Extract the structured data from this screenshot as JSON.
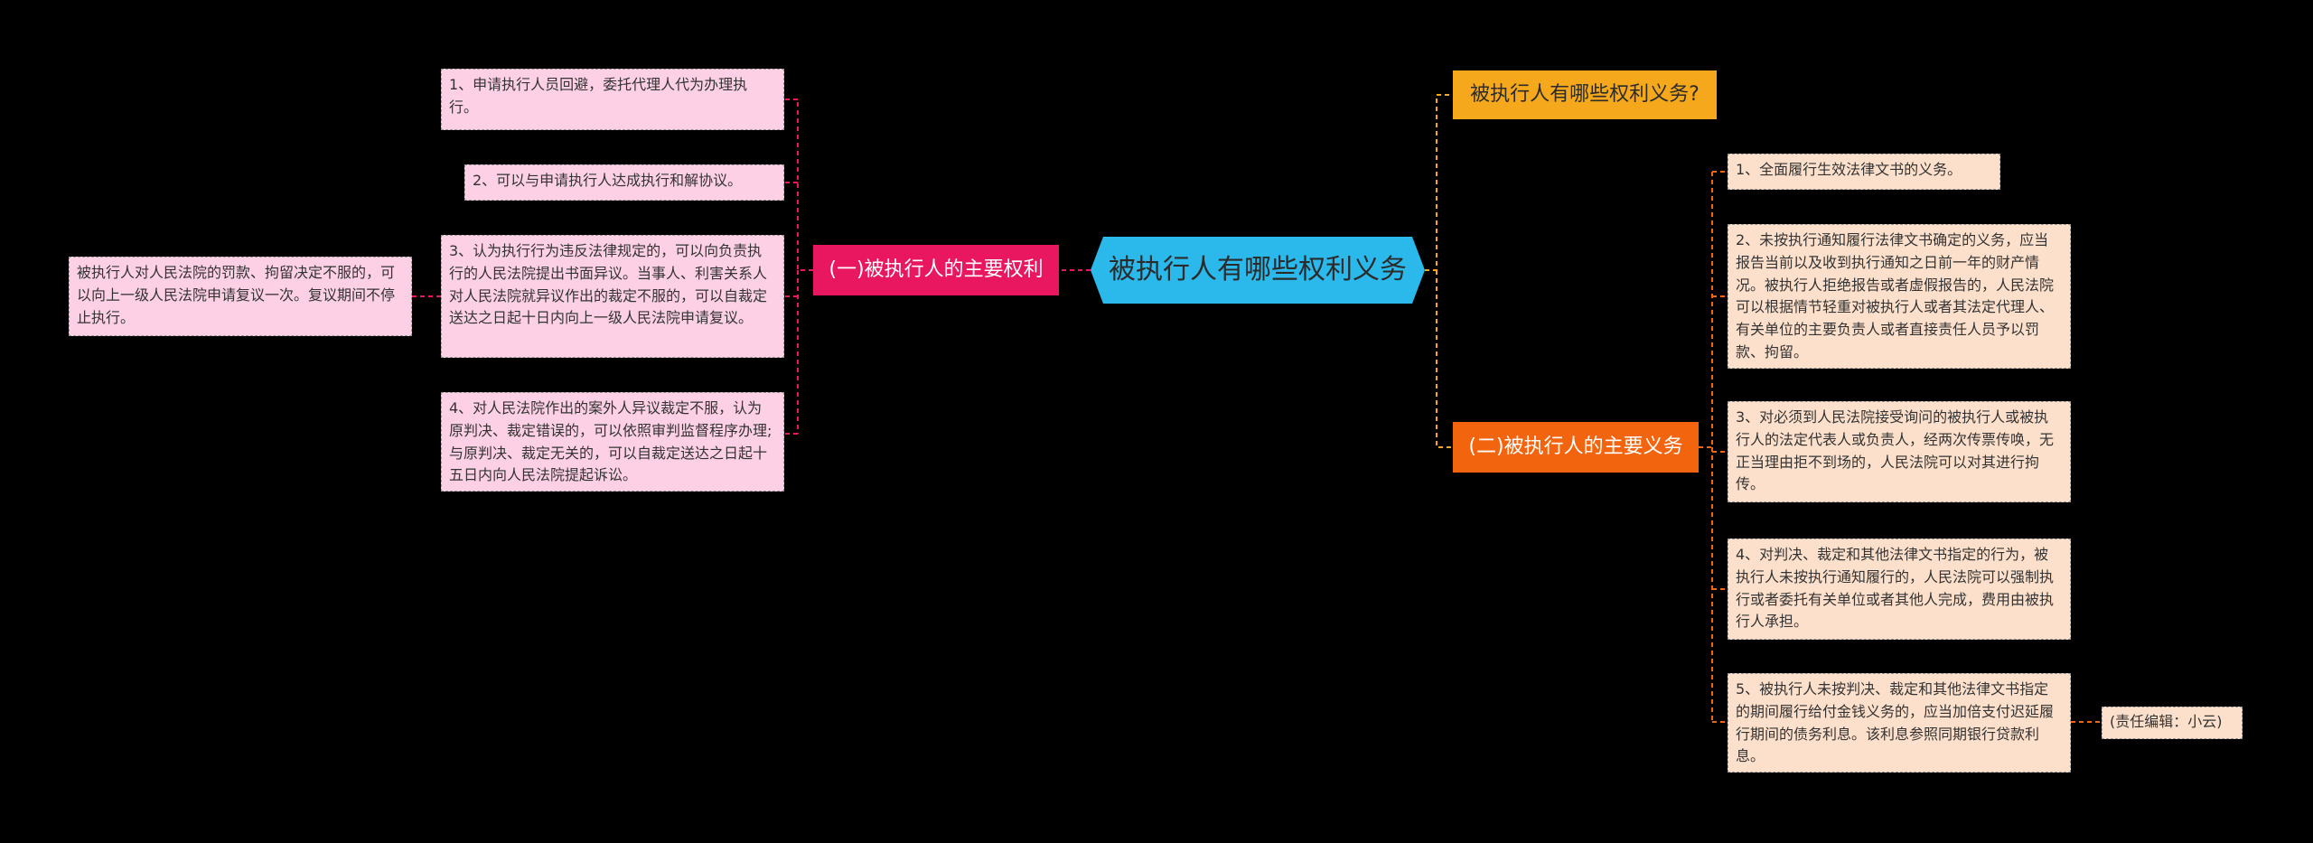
{
  "central": "被执行人有哪些权利义务",
  "question": "被执行人有哪些权利义务?",
  "rights": {
    "title": "(一)被执行人的主要权利",
    "items": [
      "1、申请执行人员回避，委托代理人代为办理执行。",
      "2、可以与申请执行人达成执行和解协议。",
      "3、认为执行行为违反法律规定的，可以向负责执行的人民法院提出书面异议。当事人、利害关系人对人民法院就异议作出的裁定不服的，可以自裁定送达之日起十日内向上一级人民法院申请复议。",
      "4、对人民法院作出的案外人异议裁定不服，认为原判决、裁定错误的，可以依照审判监督程序办理;与原判决、裁定无关的，可以自裁定送达之日起十五日内向人民法院提起诉讼。"
    ],
    "sub_note": "被执行人对人民法院的罚款、拘留决定不服的，可以向上一级人民法院申请复议一次。复议期间不停止执行。"
  },
  "duties": {
    "title": "(二)被执行人的主要义务",
    "items": [
      "1、全面履行生效法律文书的义务。",
      "2、未按执行通知履行法律文书确定的义务，应当报告当前以及收到执行通知之日前一年的财产情况。被执行人拒绝报告或者虚假报告的，人民法院可以根据情节轻重对被执行人或者其法定代理人、有关单位的主要负责人或者直接责任人员予以罚款、拘留。",
      "3、对必须到人民法院接受询问的被执行人或被执行人的法定代表人或负责人，经两次传票传唤，无正当理由拒不到场的，人民法院可以对其进行拘传。",
      "4、对判决、裁定和其他法律文书指定的行为，被执行人未按执行通知履行的，人民法院可以强制执行或者委托有关单位或者其他人完成，费用由被执行人承担。",
      "5、被执行人未按判决、裁定和其他法律文书指定的期间履行给付金钱义务的，应当加倍支付迟延履行期间的债务利息。该利息参照同期银行贷款利息。"
    ],
    "editor_note": "(责任编辑：小云)"
  },
  "colors": {
    "background": "#000000",
    "central": "#2bb9ec",
    "rights": "#e8175f",
    "question": "#f5a81c",
    "duties": "#f3640e",
    "rights_leaf": "#fdd0e5",
    "duties_leaf": "#fde0cb"
  }
}
